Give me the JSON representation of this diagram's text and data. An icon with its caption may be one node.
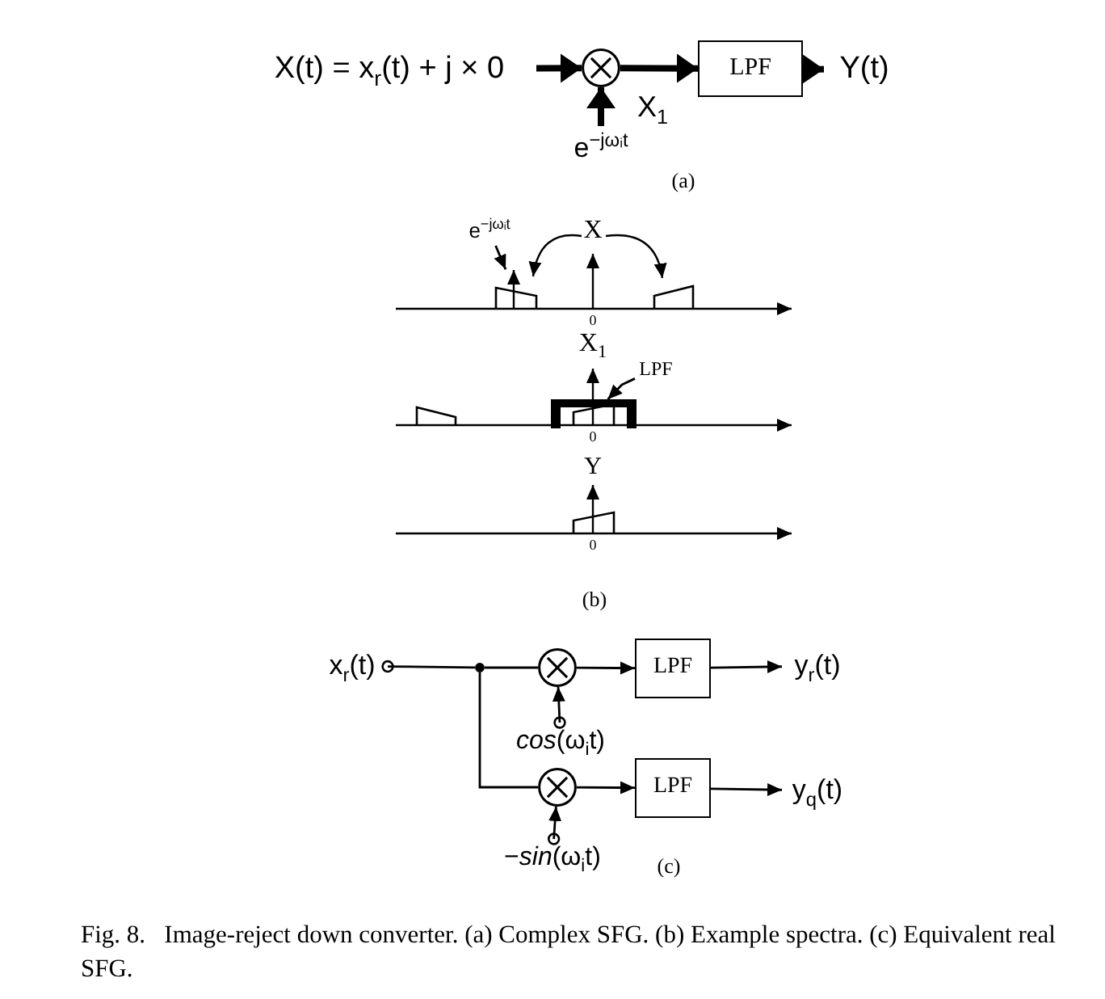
{
  "diagram": {
    "caption": "Fig. 8.   Image-reject down converter. (a) Complex SFG. (b) Example spectra. (c) Equivalent real SFG.",
    "nodes": [
      {
        "text": [
          "X(t) = x$_{r}$(t) + j × 0"
        ]
      },
      {
        "text": [],
        "shape": "circle"
      },
      {
        "text": [
          "LPF"
        ]
      },
      {
        "text": [
          "Y(t)"
        ]
      },
      {
        "text": [
          "e$^{−jωᵢt}$"
        ]
      },
      {
        "text": [
          "e$^{−jωᵢt}$"
        ]
      },
      {
        "text": [],
        "shape": "arrow"
      },
      {
        "text": [
          "LPF"
        ]
      },
      {
        "text": [],
        "shape": "box"
      },
      {
        "text": [
          "x$_{r}$(t)"
        ]
      },
      {
        "text": [],
        "shape": "circle"
      },
      {
        "text": [],
        "shape": "circle"
      },
      {
        "text": [
          "LPF"
        ]
      },
      {
        "text": [
          "y$_{r}$(t)"
        ]
      },
      {
        "text": [
          "*cos*(ω$_{i}$t)"
        ]
      },
      {
        "text": [],
        "shape": "circle"
      },
      {
        "text": [
          "LPF"
        ]
      },
      {
        "text": [
          "y$_{q}$(t)"
        ]
      },
      {
        "text": [
          "−*sin*(ω$_{i}$t)"
        ]
      }
    ],
    "edges": [
      {
        "from": 0,
        "to": 1,
        "arrow": "to",
        "style": "thick"
      },
      {
        "from": 1,
        "to": 2,
        "arrow": "to",
        "style": "thick",
        "label": "X$_{1}$"
      },
      {
        "from": 2,
        "to": 3,
        "arrow": "to",
        "style": "thick"
      },
      {
        "from": 4,
        "to": 1,
        "arrow": "to",
        "style": "thick"
      },
      {
        "from": 5,
        "to": 6,
        "arrow": "to"
      },
      {
        "from": 7,
        "to": 8,
        "arrow": "to"
      },
      {
        "from": 9,
        "to": 10,
        "arrow": "other"
      },
      {
        "from": 10,
        "to": 11,
        "arrow": "none"
      },
      {
        "from": 10,
        "to": 15,
        "arrow": "none"
      },
      {
        "from": 11,
        "to": 12,
        "arrow": "to"
      },
      {
        "from": 12,
        "to": 13,
        "arrow": "to"
      },
      {
        "from": 14,
        "to": 11,
        "arrow": "to"
      },
      {
        "from": 15,
        "to": 16,
        "arrow": "to"
      },
      {
        "from": 16,
        "to": 17,
        "arrow": "to"
      },
      {
        "from": 18,
        "to": 15,
        "arrow": "to"
      }
    ],
    "labels": [
      "(a)",
      "X",
      "0",
      "X$_{1}$",
      "0",
      "Y",
      "0",
      "(b)",
      "(c)"
    ]
  }
}
